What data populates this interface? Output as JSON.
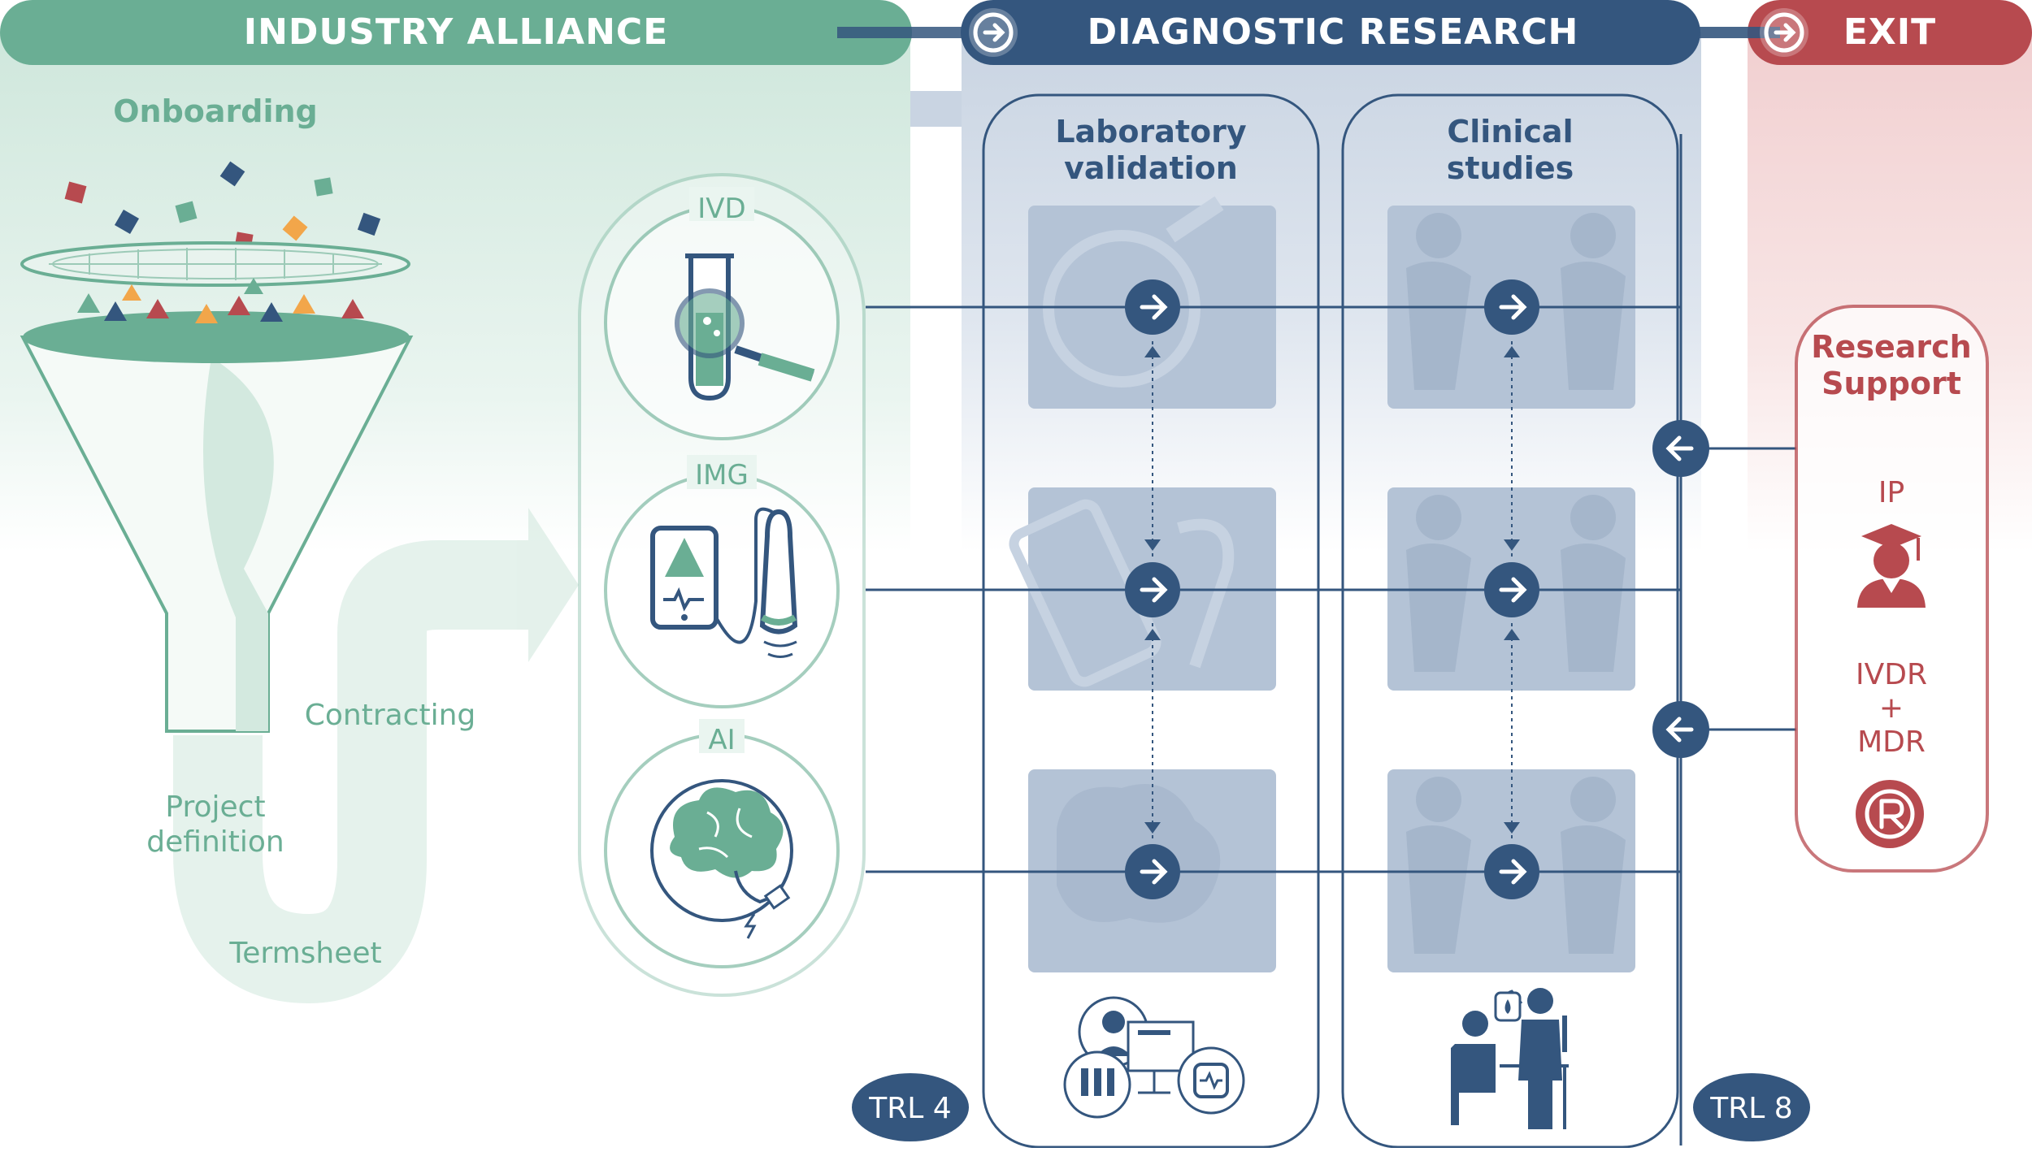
{
  "banners": {
    "industry_alliance": "INDUSTRY ALLIANCE",
    "diagnostic_research": "DIAGNOSTIC RESEARCH",
    "exit": "EXIT"
  },
  "funnel": {
    "onboarding": "Onboarding",
    "contracting": "Contracting",
    "project_definition_line1": "Project",
    "project_definition_line2": "definition",
    "termsheet": "Termsheet"
  },
  "capsule": {
    "ivd": "IVD",
    "img": "IMG",
    "ai": "AI"
  },
  "columns": {
    "lab_line1": "Laboratory",
    "lab_line2": "validation",
    "clinical_line1": "Clinical",
    "clinical_line2": "studies"
  },
  "exit_panel": {
    "title_line1": "Research",
    "title_line2": "Support",
    "ip": "IP",
    "ivdr": "IVDR",
    "plus": "+",
    "mdr": "MDR"
  },
  "trl": {
    "left": "TRL 4",
    "right": "TRL 8"
  },
  "colors": {
    "green": "#6aae94",
    "blue": "#34567e",
    "red": "#b74a4f"
  },
  "icons": [
    "arrow-right-icon",
    "arrow-left-icon",
    "funnel-icon",
    "test-tube-icon",
    "ultrasound-icon",
    "brain-icon",
    "graduate-icon",
    "registered-icon"
  ]
}
